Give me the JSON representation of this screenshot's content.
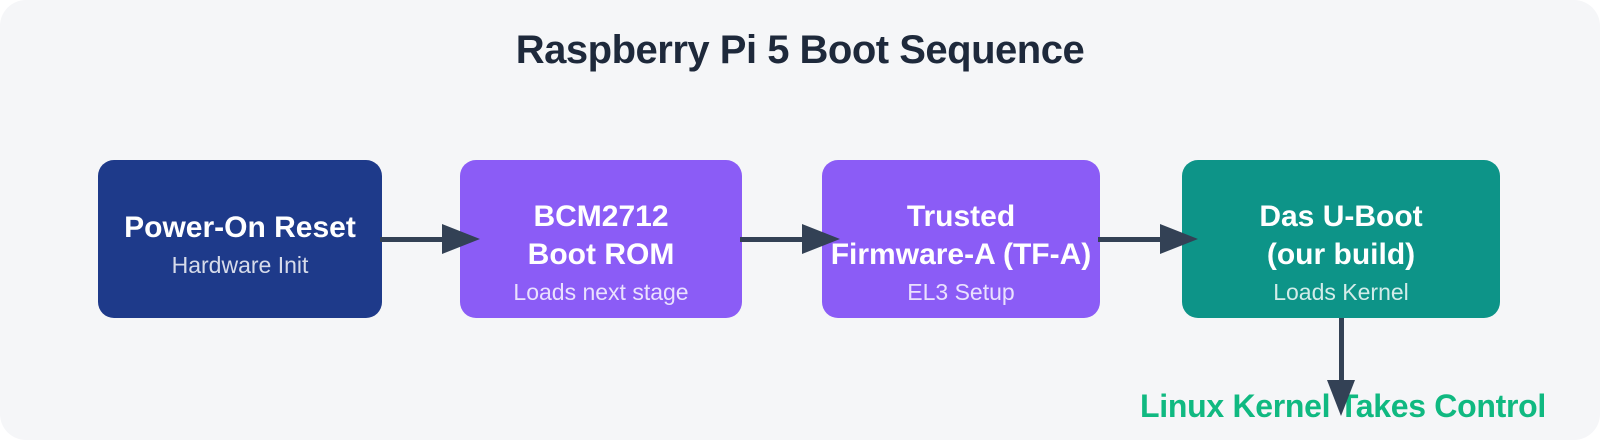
{
  "title": {
    "text": "Raspberry Pi 5 Boot Sequence"
  },
  "flow": {
    "nodes": [
      {
        "id": "power-on-reset",
        "lines": [
          "Power-On Reset"
        ],
        "subtitle": "Hardware Init",
        "bg": "#1e3a8a"
      },
      {
        "id": "bcm2712-boot-rom",
        "lines": [
          "BCM2712",
          "Boot ROM"
        ],
        "subtitle": "Loads next stage",
        "bg": "#8b5cf6"
      },
      {
        "id": "trusted-firmware",
        "lines": [
          "Trusted",
          "Firmware-A (TF-A)"
        ],
        "subtitle": "EL3 Setup",
        "bg": "#8b5cf6"
      },
      {
        "id": "das-u-boot",
        "lines": [
          "Das U-Boot",
          "(our build)"
        ],
        "subtitle": "Loads Kernel",
        "bg": "#0d9488"
      }
    ],
    "edges": [
      {
        "from": "power-on-reset",
        "to": "bcm2712-boot-rom"
      },
      {
        "from": "bcm2712-boot-rom",
        "to": "trusted-firmware"
      },
      {
        "from": "trusted-firmware",
        "to": "das-u-boot"
      },
      {
        "from": "das-u-boot",
        "to": "linux-kernel"
      }
    ],
    "terminal": {
      "id": "linux-kernel",
      "text": "Linux Kernel Takes Control"
    }
  },
  "theme": {
    "page-bg": "#f5f6f8",
    "title-color": "#1e293b",
    "arrow-color": "#334155",
    "node1-bg": "#1e3a8a",
    "node2-bg": "#8b5cf6",
    "node3-bg": "#8b5cf6",
    "node4-bg": "#0d9488",
    "node-text": "#ffffff",
    "node-subtext": "rgba(255,255,255,0.82)",
    "terminal-color": "#10b981"
  }
}
